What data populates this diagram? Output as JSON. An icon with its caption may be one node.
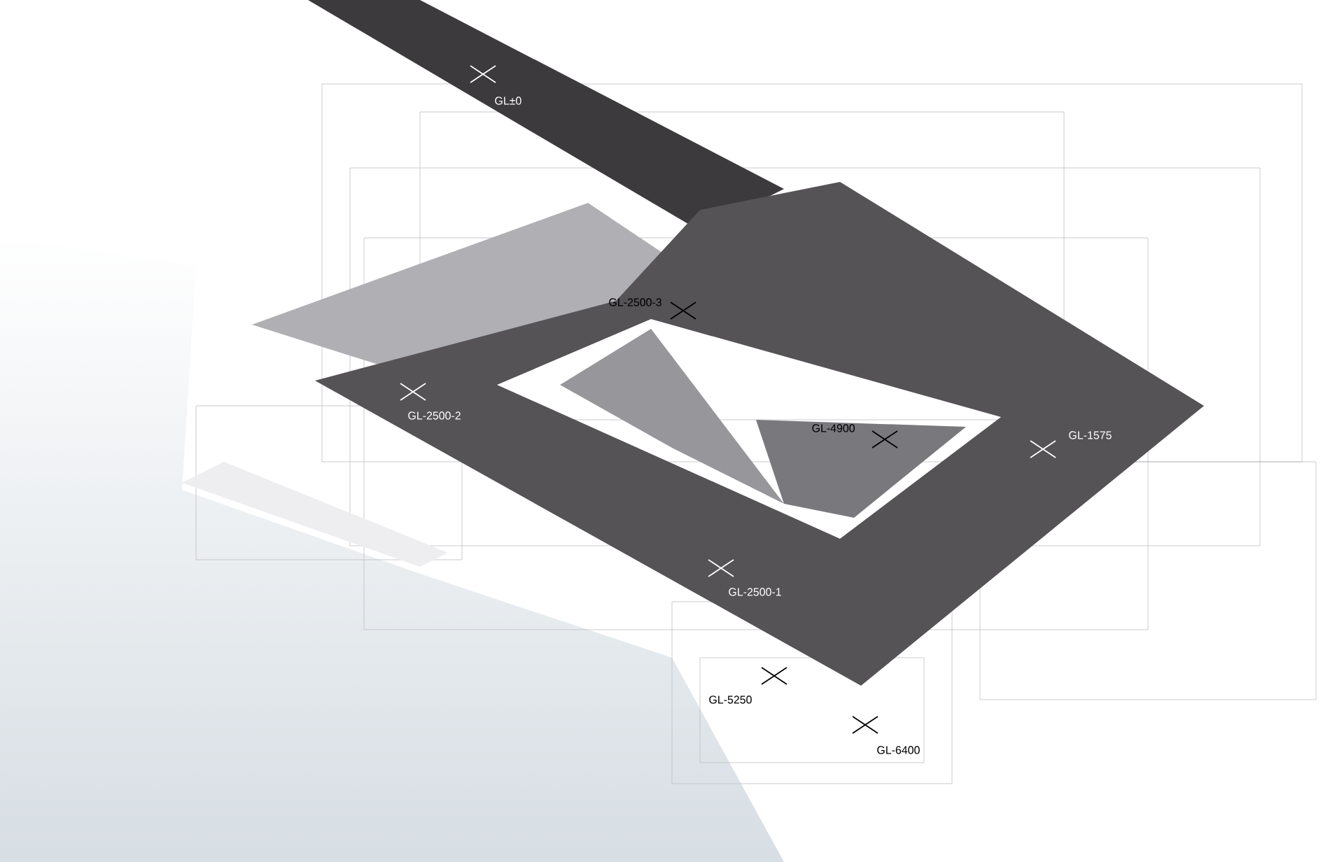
{
  "diagram": {
    "labels": [
      "GL±0",
      "GL-2500-3",
      "GL-2500-2",
      "GL-4900",
      "GL-1575",
      "GL-2500-1",
      "GL-5250",
      "GL-6400"
    ]
  }
}
